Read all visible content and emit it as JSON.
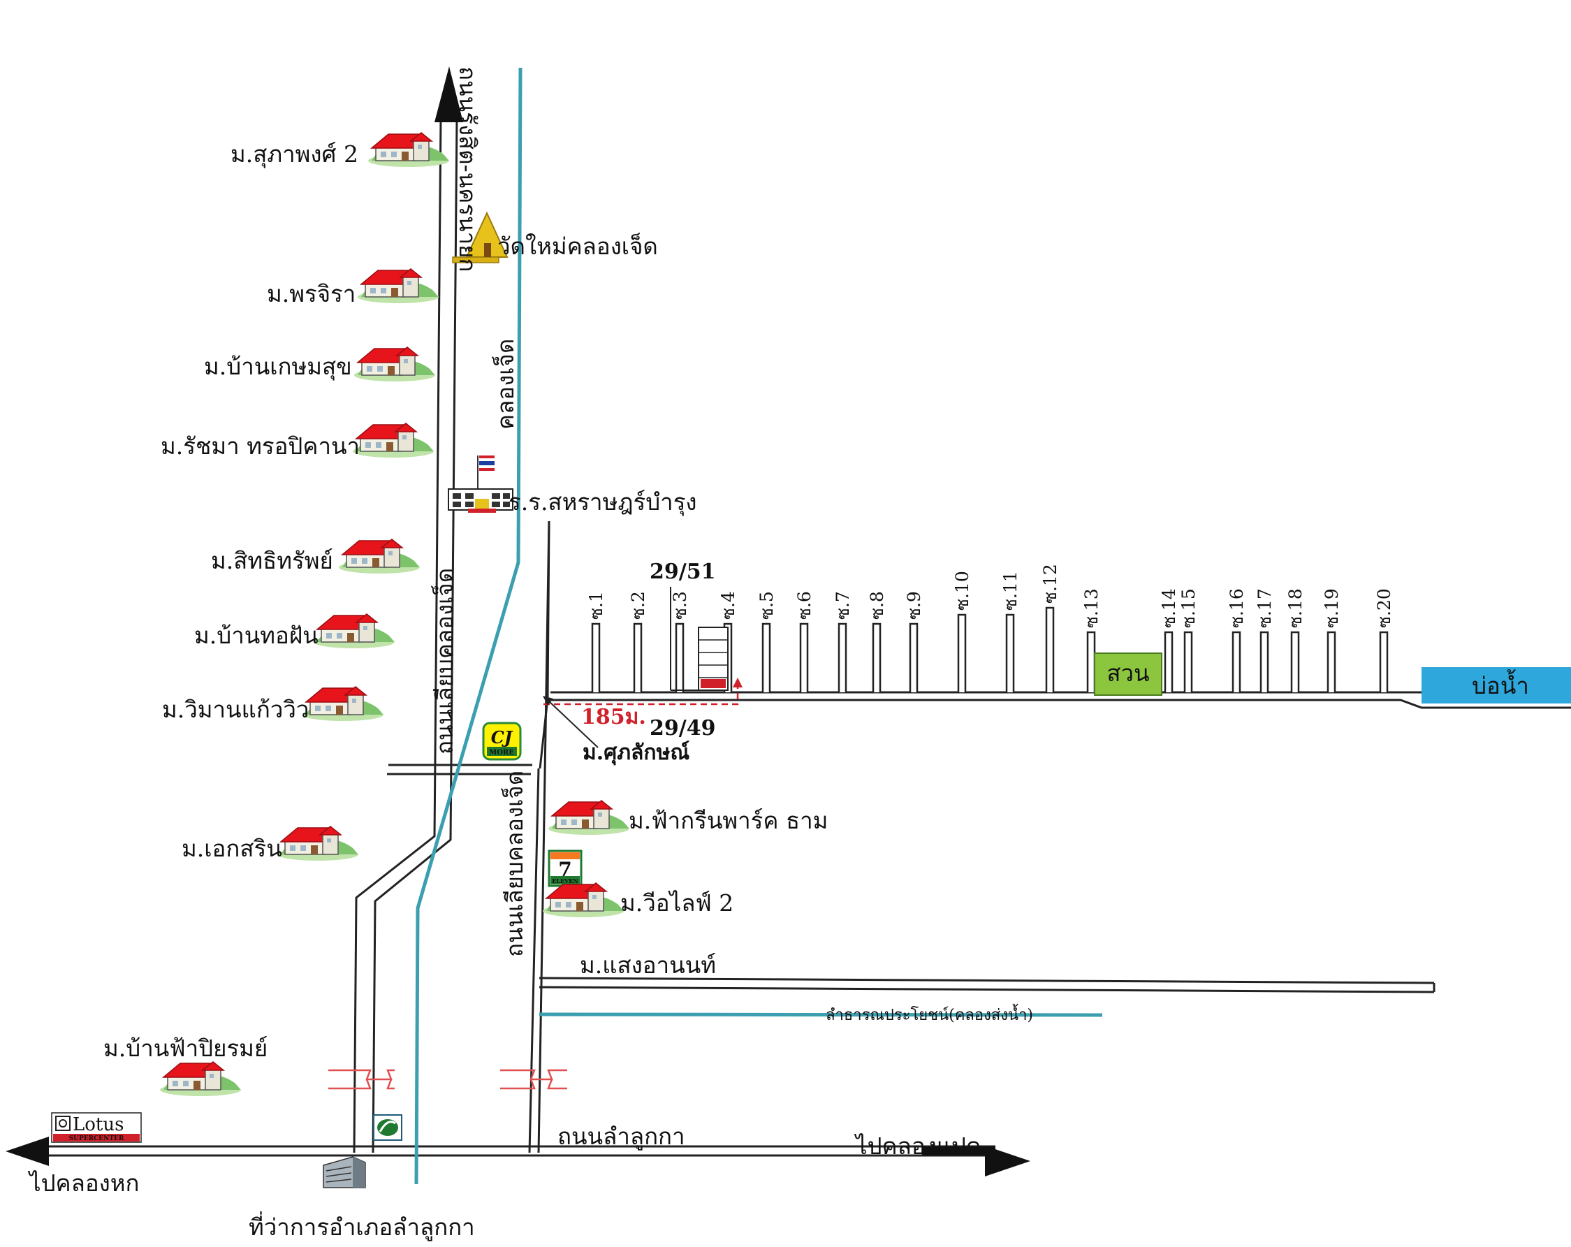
{
  "roads": {
    "north_highway": "ถนนรังสิต-นครนายก",
    "frontage_west": "ถนนเลียบคลองเจ็ด",
    "frontage_east": "ถนนเลียบคลองเจ็ด",
    "main_road": "ถนนลำลูกกา",
    "to_west": "ไปคลองหก",
    "to_east": "ไปคลองแปด"
  },
  "canals": {
    "main": "คลองเจ็ด",
    "utility": "ลำธารณประโยชน์(คลองส่งน้ำ)"
  },
  "villages_west": [
    "ม.สุภาพงศ์ 2",
    "ม.พรจิรา",
    "ม.บ้านเกษมสุข",
    "ม.รัชมา ทรอปิคานา",
    "ม.สิทธิทรัพย์",
    "ม.บ้านทอฝัน",
    "ม.วิมานแก้ววิว",
    "ม.เอกสริน",
    "ม.บ้านฟ้าปิยรมย์"
  ],
  "villages_east": {
    "fah_green": "ม.ฟ้ากรีนพาร์ค ธาม",
    "we_life": "ม.วีอไลฟ์ 2",
    "saeng_anan": "ม.แสงอานนท์",
    "target": "ม.ศุภลักษณ์"
  },
  "landmarks": {
    "temple": "วัดใหม่คลองเจ็ด",
    "school": "ร.ร.สหราษฎร์บำรุง",
    "district_office": "ที่ว่าการอำเภอลำลูกกา",
    "garden": "สวน",
    "pond": "บ่อน้ำ"
  },
  "brands": {
    "lotus_main": "Lotus",
    "lotus_sub": "SUPERCENTER",
    "cj": "CJ",
    "cj_sub": "MORE",
    "seven_sub": "ELEVEN"
  },
  "plots": {
    "upper": "29/51",
    "lower": "29/49",
    "distance": "185ม."
  },
  "soi": [
    "ซ.1",
    "ซ.2",
    "ซ.3",
    "ซ.4",
    "ซ.5",
    "ซ.6",
    "ซ.7",
    "ซ.8",
    "ซ.9",
    "ซ.10",
    "ซ.11",
    "ซ.12",
    "ซ.13",
    "ซ.14",
    "ซ.15",
    "ซ.16",
    "ซ.17",
    "ซ.18",
    "ซ.19",
    "ซ.20"
  ],
  "colors": {
    "canal": "#3b9fb0",
    "roof": "#e8141c",
    "garden": "#8cc63f",
    "pond": "#2ea7dc",
    "distance": "#d0202a",
    "road": "#222222"
  }
}
